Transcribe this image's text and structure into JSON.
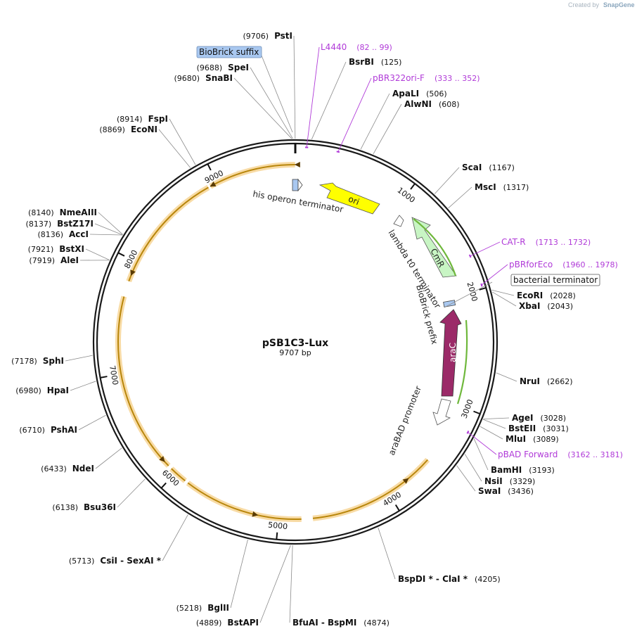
{
  "credit": {
    "prefix": "Created by",
    "brand": "SnapGene"
  },
  "plasmid": {
    "name": "pSB1C3-Lux",
    "length_label": "9707 bp",
    "length": 9707
  },
  "ticks": [
    {
      "pos": 1000,
      "label": "1000"
    },
    {
      "pos": 2000,
      "label": "2000"
    },
    {
      "pos": 3000,
      "label": "3000"
    },
    {
      "pos": 4000,
      "label": "4000"
    },
    {
      "pos": 5000,
      "label": "5000"
    },
    {
      "pos": 6000,
      "label": "6000"
    },
    {
      "pos": 7000,
      "label": "7000"
    },
    {
      "pos": 8000,
      "label": "8000"
    },
    {
      "pos": 9000,
      "label": "9000"
    }
  ],
  "sites": [
    {
      "name": "PstI",
      "pos_label": "(9706)",
      "pos": 9706
    },
    {
      "name": "SpeI",
      "pos_label": "(9688)",
      "pos": 9688
    },
    {
      "name": "SnaBI",
      "pos_label": "(9680)",
      "pos": 9680
    },
    {
      "name": "FspI",
      "pos_label": "(8914)",
      "pos": 8914
    },
    {
      "name": "EcoNI",
      "pos_label": "(8869)",
      "pos": 8869
    },
    {
      "name": "NmeAIII",
      "pos_label": "(8140)",
      "pos": 8140
    },
    {
      "name": "BstZ17I",
      "pos_label": "(8137)",
      "pos": 8137
    },
    {
      "name": "AccI",
      "pos_label": "(8136)",
      "pos": 8136
    },
    {
      "name": "BstXI",
      "pos_label": "(7921)",
      "pos": 7921
    },
    {
      "name": "AleI",
      "pos_label": "(7919)",
      "pos": 7919
    },
    {
      "name": "SphI",
      "pos_label": "(7178)",
      "pos": 7178
    },
    {
      "name": "HpaI",
      "pos_label": "(6980)",
      "pos": 6980
    },
    {
      "name": "PshAI",
      "pos_label": "(6710)",
      "pos": 6710
    },
    {
      "name": "NdeI",
      "pos_label": "(6433)",
      "pos": 6433
    },
    {
      "name": "Bsu36I",
      "pos_label": "(6138)",
      "pos": 6138
    },
    {
      "name": "CsiI  -  SexAI *",
      "pos_label": "(5713)",
      "pos": 5713
    },
    {
      "name": "BglII",
      "pos_label": "(5218)",
      "pos": 5218
    },
    {
      "name": "BstAPI",
      "pos_label": "(4889)",
      "pos": 4889
    },
    {
      "name": "BfuAI  -  BspMI",
      "pos_label": "(4874)",
      "pos": 4874
    },
    {
      "name": "BspDI *  -  ClaI *",
      "pos_label": "(4205)",
      "pos": 4205
    },
    {
      "name": "SwaI",
      "pos_label": "(3436)",
      "pos": 3436
    },
    {
      "name": "NsiI",
      "pos_label": "(3329)",
      "pos": 3329
    },
    {
      "name": "BamHI",
      "pos_label": "(3193)",
      "pos": 3193
    },
    {
      "name": "MluI",
      "pos_label": "(3089)",
      "pos": 3089
    },
    {
      "name": "BstEII",
      "pos_label": "(3031)",
      "pos": 3031
    },
    {
      "name": "AgeI",
      "pos_label": "(3028)",
      "pos": 3028
    },
    {
      "name": "NruI",
      "pos_label": "(2662)",
      "pos": 2662
    },
    {
      "name": "XbaI",
      "pos_label": "(2043)",
      "pos": 2043
    },
    {
      "name": "EcoRI",
      "pos_label": "(2028)",
      "pos": 2028
    },
    {
      "name": "MscI",
      "pos_label": "(1317)",
      "pos": 1317
    },
    {
      "name": "ScaI",
      "pos_label": "(1167)",
      "pos": 1167
    },
    {
      "name": "AlwNI",
      "pos_label": "(608)",
      "pos": 608
    },
    {
      "name": "ApaLI",
      "pos_label": "(506)",
      "pos": 506
    },
    {
      "name": "BsrBI",
      "pos_label": "(125)",
      "pos": 125
    }
  ],
  "primers": [
    {
      "name": "L4440",
      "range": "(82 .. 99)",
      "pos": 90
    },
    {
      "name": "pBR322ori-F",
      "range": "(333 .. 352)",
      "pos": 342
    },
    {
      "name": "CAT-R",
      "range": "(1713 .. 1732)",
      "pos": 1722
    },
    {
      "name": "pBRforEco",
      "range": "(1960 .. 1978)",
      "pos": 1969
    },
    {
      "name": "pBAD Forward",
      "range": "(3162 .. 3181)",
      "pos": 3171
    }
  ],
  "boxed_features": [
    {
      "name": "BioBrick suffix",
      "color": "#a9c8f0"
    },
    {
      "name": "bacterial terminator",
      "color": "#ffffff"
    }
  ],
  "features": [
    {
      "name": "ori",
      "color": "#ffff00"
    },
    {
      "name": "CmR",
      "color": "#c8f5c4"
    },
    {
      "name": "araC",
      "color": "#9b2a68"
    },
    {
      "name": "his operon terminator",
      "color": "#ffffff"
    },
    {
      "name": "lambda t0 terminator",
      "color": "#ffffff"
    },
    {
      "name": "BioBrick prefix",
      "color": "#a9c8f0"
    },
    {
      "name": "araBAD promoter",
      "color": "#ffffff"
    }
  ],
  "colors": {
    "orf_arc": "#b8860b",
    "orf_glow": "#f7d79b",
    "cmr_arc": "#6fb83c",
    "primer": "#b03ad8"
  }
}
